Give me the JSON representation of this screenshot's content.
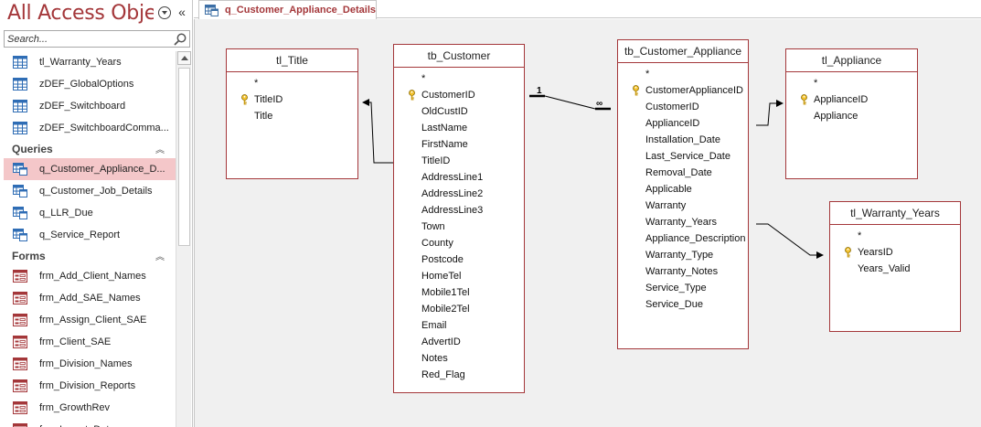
{
  "nav": {
    "title": "All Access Obje...",
    "search_placeholder": "Search...",
    "items_tables": [
      "tl_Warranty_Years",
      "zDEF_GlobalOptions",
      "zDEF_Switchboard",
      "zDEF_SwitchboardComma..."
    ],
    "group_queries": "Queries",
    "items_queries": [
      "q_Customer_Appliance_D...",
      "q_Customer_Job_Details",
      "q_LLR_Due",
      "q_Service_Report"
    ],
    "group_forms": "Forms",
    "items_forms": [
      "frm_Add_Client_Names",
      "frm_Add_SAE_Names",
      "frm_Assign_Client_SAE",
      "frm_Client_SAE",
      "frm_Division_Names",
      "frm_Division_Reports",
      "frm_GrowthRev",
      "frm_Import_Data"
    ],
    "selected_item": "q_Customer_Appliance_D..."
  },
  "document": {
    "tab_label": "q_Customer_Appliance_Details"
  },
  "tables": {
    "tl_Title": {
      "title": "tl_Title",
      "fields": [
        "*",
        "TitleID",
        "Title"
      ],
      "keys": [
        "TitleID"
      ]
    },
    "tb_Customer": {
      "title": "tb_Customer",
      "fields": [
        "*",
        "CustomerID",
        "OldCustID",
        "LastName",
        "FirstName",
        "TitleID",
        "AddressLine1",
        "AddressLine2",
        "AddressLine3",
        "Town",
        "County",
        "Postcode",
        "HomeTel",
        "Mobile1Tel",
        "Mobile2Tel",
        "Email",
        "AdvertID",
        "Notes",
        "Red_Flag"
      ],
      "keys": [
        "CustomerID"
      ]
    },
    "tb_Customer_Appliance": {
      "title": "tb_Customer_Appliance",
      "fields": [
        "*",
        "CustomerApplianceID",
        "CustomerID",
        "ApplianceID",
        "Installation_Date",
        "Last_Service_Date",
        "Removal_Date",
        "Applicable",
        "Warranty",
        "Warranty_Years",
        "Appliance_Description",
        "Warranty_Type",
        "Warranty_Notes",
        "Service_Type",
        "Service_Due"
      ],
      "keys": [
        "CustomerApplianceID"
      ]
    },
    "tl_Appliance": {
      "title": "tl_Appliance",
      "fields": [
        "*",
        "ApplianceID",
        "Appliance"
      ],
      "keys": [
        "ApplianceID"
      ]
    },
    "tl_Warranty_Years": {
      "title": "tl_Warranty_Years",
      "fields": [
        "*",
        "YearsID",
        "Years_Valid"
      ],
      "keys": [
        "YearsID"
      ]
    }
  },
  "relationship": {
    "one_label": "1",
    "many_label": "∞"
  },
  "icons": {
    "table": "table-icon",
    "query": "query-icon",
    "form": "form-icon",
    "key": "primary-key-icon",
    "search": "search-icon"
  },
  "colors": {
    "accent": "#a4373a",
    "selected_bg": "#f4c7c9"
  }
}
